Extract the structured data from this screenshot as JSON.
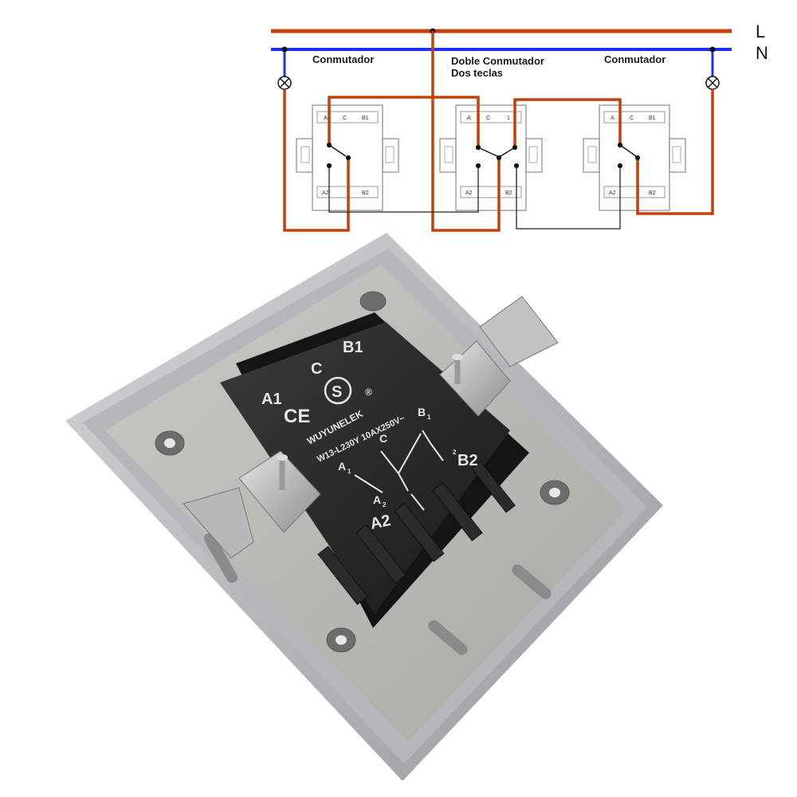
{
  "diagram": {
    "bus_labels": {
      "live": "L",
      "neutral": "N"
    },
    "switches": [
      {
        "label": "Conmutador",
        "terminals": [
          "A",
          "C",
          "B1",
          "A2",
          "B2"
        ]
      },
      {
        "label": "Doble Conmutador",
        "sublabel": "Dos teclas",
        "terminals": [
          "A",
          "C",
          "1",
          "A2",
          "B2"
        ]
      },
      {
        "label": "Conmutador",
        "terminals": [
          "A",
          "C",
          "B1",
          "A2",
          "B2"
        ]
      }
    ],
    "colors": {
      "live": "#c2410c",
      "neutral": "#1d2ff0",
      "bridge": "#222222"
    },
    "lamp_icon": "lamp-icon"
  },
  "product": {
    "terminals": {
      "a1": "A1",
      "c": "C",
      "b1": "B1",
      "b2": "B2",
      "a2": "A2"
    },
    "brand": "WUYUNELEK",
    "model": "W13-L230Y 10AX250V~",
    "cert": "CE",
    "s_mark": "S",
    "registered": "®",
    "schematic": {
      "c": "C",
      "b1": "B",
      "b1_sub": "1",
      "b2_sub": "2",
      "a1": "A",
      "a1_sub": "1",
      "a2": "A",
      "a2_sub": "2"
    }
  }
}
